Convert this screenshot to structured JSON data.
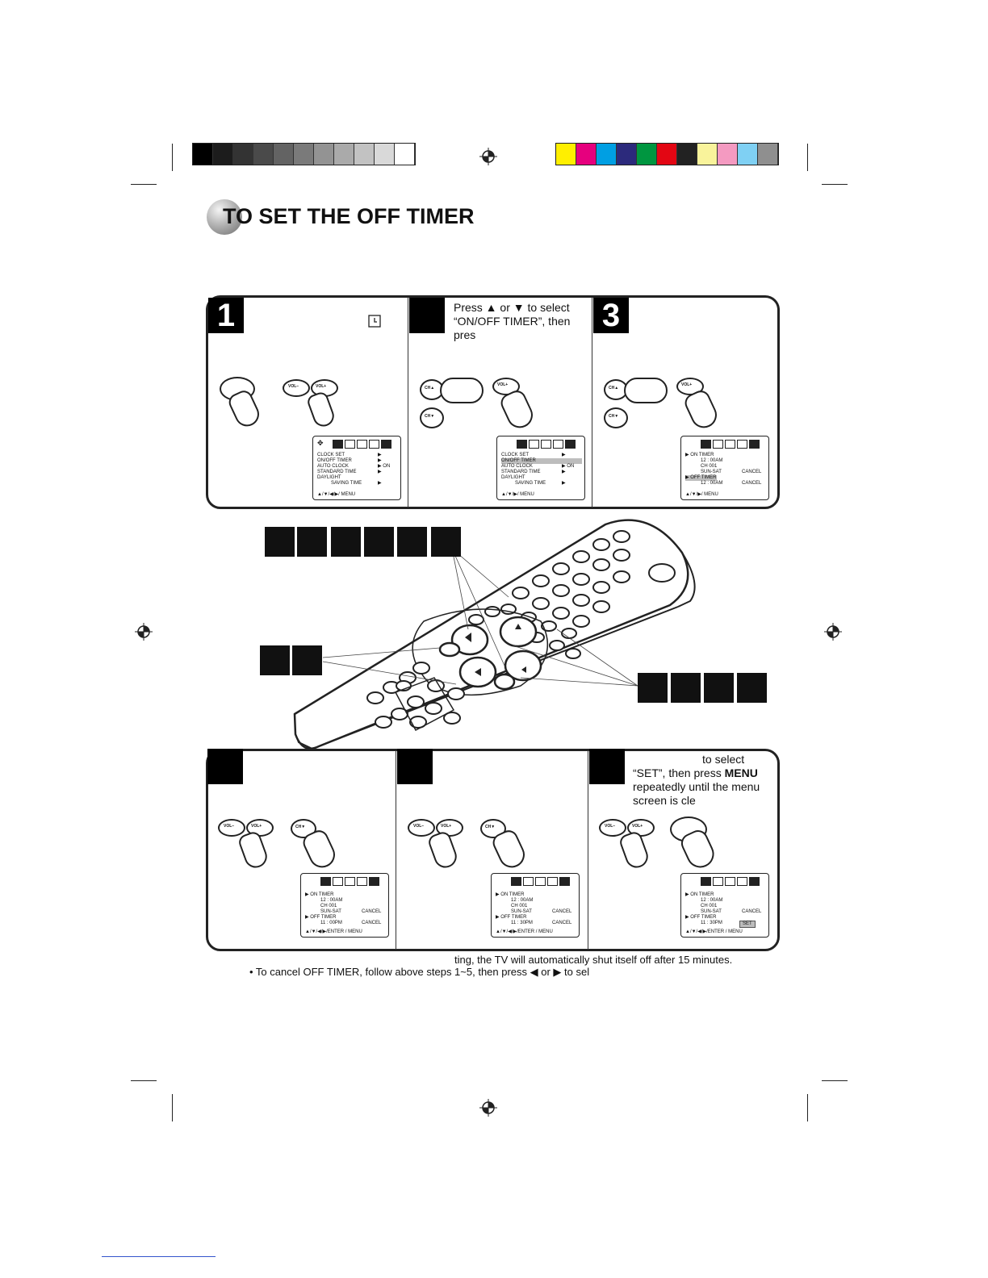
{
  "heading": {
    "title": "TO SET THE OFF TIMER"
  },
  "colors": {
    "gray_swatches": [
      "#000000",
      "#1c1c1c",
      "#333333",
      "#4a4a4a",
      "#636363",
      "#7a7a7a",
      "#939393",
      "#aaaaaa",
      "#c2c2c2",
      "#d9d9d9",
      "#ffffff"
    ],
    "color_swatches": [
      "#ffef00",
      "#e6007e",
      "#009fe3",
      "#2c2a7c",
      "#009640",
      "#e30613",
      "#222222",
      "#f9f39b",
      "#f49ac1",
      "#7fd0f3",
      "#8f8f8f"
    ]
  },
  "steps_top": [
    {
      "number": "1",
      "text": "",
      "icon": "clock-icon"
    },
    {
      "number": "",
      "text_line1": "Press ▲ or ▼ to select",
      "text_line2": "“ON/OFF TIMER”, then",
      "text_line3": "pres"
    },
    {
      "number": "3",
      "text": ""
    }
  ],
  "steps_bottom": [
    {
      "number": ""
    },
    {
      "number": ""
    },
    {
      "number": "",
      "text_line1": "to select",
      "text_line2_pre": "“SET”, then press ",
      "text_line2_bold": "MENU",
      "text_line3": "repeatedly until the menu",
      "text_line4": "screen is cle"
    }
  ],
  "menus": {
    "clock": {
      "lines": [
        "CLOCK  SET",
        "ON/OFF  TIMER",
        "AUTO  CLOCK",
        "STANDARD  TIME",
        "DAYLIGHT",
        "SAVING  TIME"
      ],
      "on": "ON",
      "footer": "▲/▼/◀/▶/ MENU"
    },
    "clock2": {
      "footer": "▲/▼/▶/ MENU"
    },
    "timer": {
      "on_timer": "ON TIMER",
      "on_time": "12 : 00AM",
      "channel": "CH 001",
      "days": "SUN-SAT",
      "cancel": "CANCEL",
      "off_timer": "OFF TIMER",
      "off_time": "12 : 00AM",
      "footer": "▲/▼/▶/ MENU"
    },
    "timer4": {
      "off_time": "11 : 00PM",
      "footer": "▲/▼/◀/▶/ENTER / MENU"
    },
    "timer5": {
      "off_time": "11 : 30PM",
      "footer": "▲/▼/◀/▶/ENTER / MENU"
    },
    "timer6": {
      "off_time": "11 : 30PM",
      "set": "SET",
      "footer": "▲/▼/◀/▶/ENTER / MENU"
    }
  },
  "buttons": {
    "vol_minus": "VOL–",
    "vol_plus": "VOL+",
    "ch_up": "CH▲",
    "ch_down": "CH▼"
  },
  "footnotes": {
    "line1": "ting, the TV will automatically shut itself off after 15 minutes.",
    "line2": "• To cancel OFF TIMER, follow above steps 1~5, then press ◀ or ▶ to sel"
  }
}
